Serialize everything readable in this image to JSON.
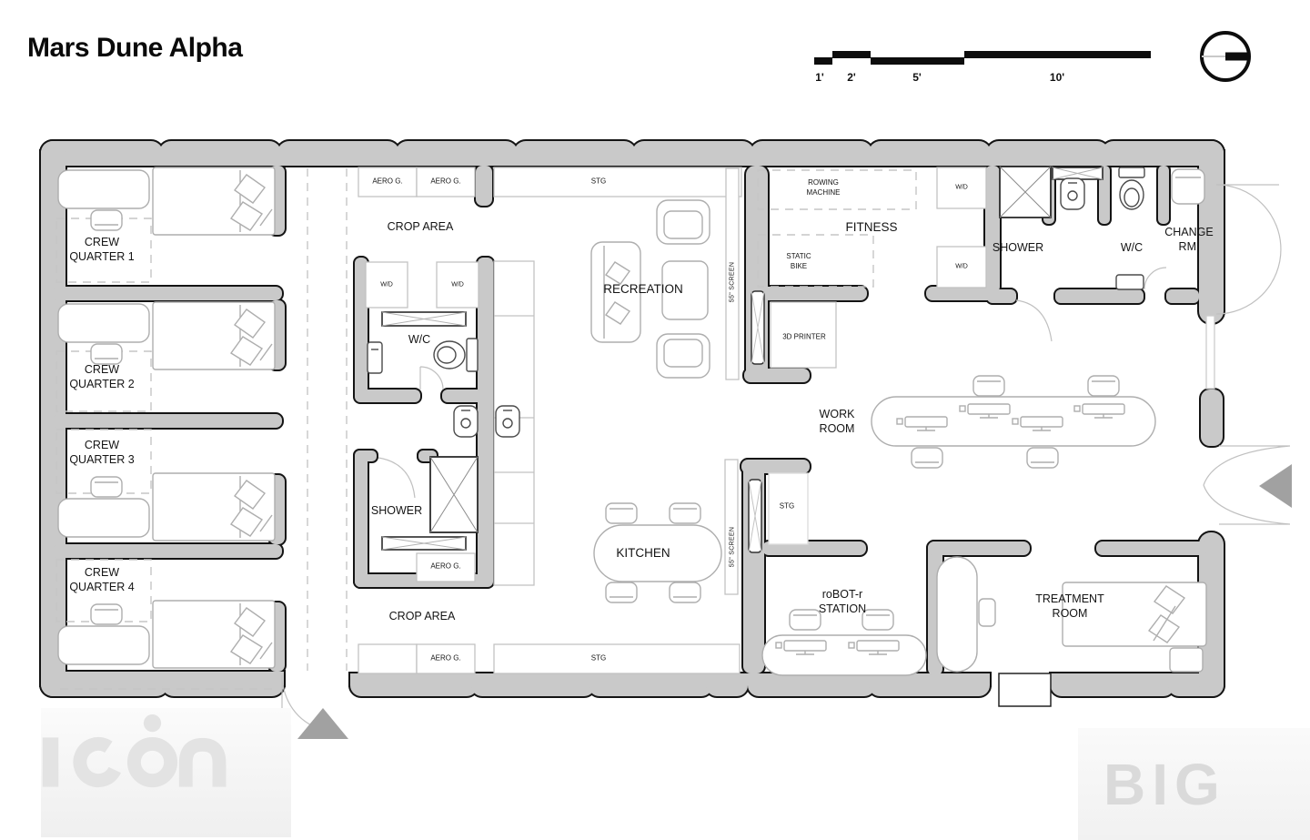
{
  "title": "Mars Dune Alpha",
  "scale": {
    "one": "1'",
    "two": "2'",
    "five": "5'",
    "ten": "10'"
  },
  "rooms": {
    "crew_quarter_1": "CREW\nQUARTER 1",
    "crew_quarter_2": "CREW\nQUARTER 2",
    "crew_quarter_3": "CREW\nQUARTER 3",
    "crew_quarter_4": "CREW\nQUARTER 4",
    "crop_area": "CROP AREA",
    "wc": "W/C",
    "shower": "SHOWER",
    "recreation": "RECREATION",
    "kitchen": "KITCHEN",
    "fitness": "FITNESS",
    "work_room": "WORK\nROOM",
    "robot_station": "roBOT-r\nSTATION",
    "treatment_room": "TREATMENT\nROOM",
    "change_room": "CHANGE\nRM."
  },
  "equipment": {
    "aero_g": "AERO G.",
    "stg": "STG",
    "wd": "W/D",
    "rowing_machine": "ROWING\nMACHINE",
    "static_bike": "STATIC\nBIKE",
    "printer_3d": "3D PRINTER",
    "screen_55": "55\" SCREEN"
  },
  "logos": {
    "icon": "ICON",
    "big": "BIG"
  }
}
